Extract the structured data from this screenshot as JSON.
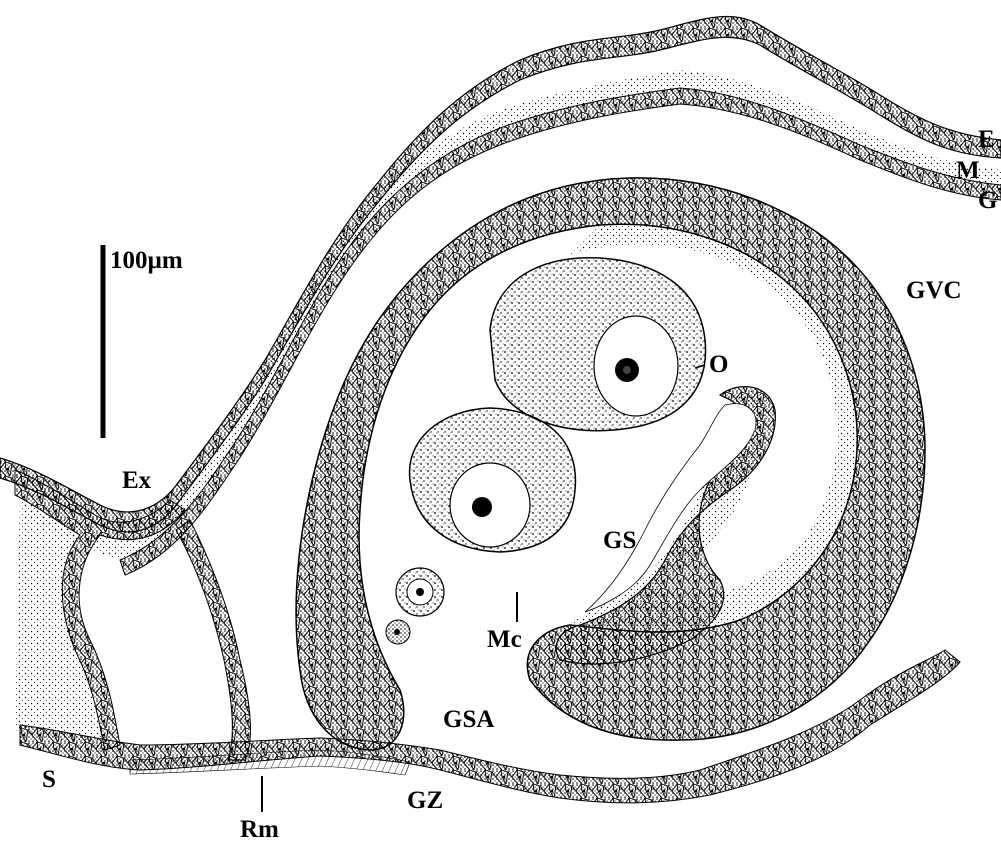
{
  "figure": {
    "scale_bar_label": "100µm",
    "labels": {
      "E": "E",
      "M": "M",
      "G": "G",
      "GVC": "GVC",
      "O": "O",
      "Ex": "Ex",
      "GS": "GS",
      "Mc": "Mc",
      "GSA": "GSA",
      "S": "S",
      "GZ": "GZ",
      "Rm": "Rm"
    }
  }
}
